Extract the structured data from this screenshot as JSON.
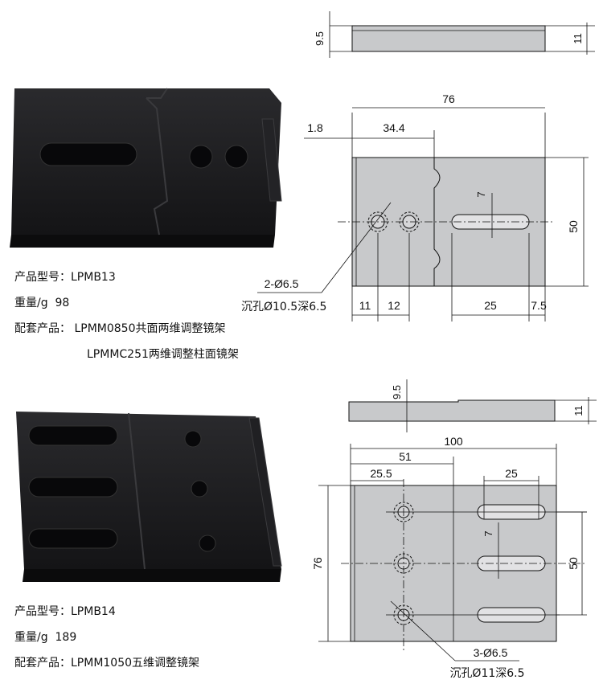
{
  "products": [
    {
      "model_label": "产品型号：",
      "model": "LPMB13",
      "weight_label": "重量/g",
      "weight": "98",
      "kit_label": "配套产品：",
      "kits": [
        "LPMM0850共面两维调整镜架",
        "LPMMC251两维调整柱面镜架"
      ],
      "side_view": {
        "dims": [
          "9.5",
          "11"
        ]
      },
      "top_view": {
        "dims": [
          "76",
          "1.8",
          "34.4",
          "7",
          "50",
          "11",
          "12",
          "25",
          "7.5"
        ],
        "hole_note": [
          "2-Ø6.5",
          "沉孔Ø10.5深6.5"
        ]
      }
    },
    {
      "model_label": "产品型号：",
      "model": "LPMB14",
      "weight_label": "重量/g",
      "weight": "189",
      "kit_label": "配套产品：",
      "kits": [
        "LPMM1050五维调整镜架"
      ],
      "side_view": {
        "dims": [
          "9.5",
          "11"
        ]
      },
      "top_view": {
        "dims": [
          "100",
          "51",
          "25.5",
          "25",
          "7",
          "76",
          "50"
        ],
        "hole_note": [
          "3-Ø6.5",
          "沉孔Ø11深6.5"
        ]
      }
    }
  ],
  "colors": {
    "plate_fill": "#c8c9cb",
    "plate_black": "#1c1c1e",
    "line": "#111111"
  }
}
